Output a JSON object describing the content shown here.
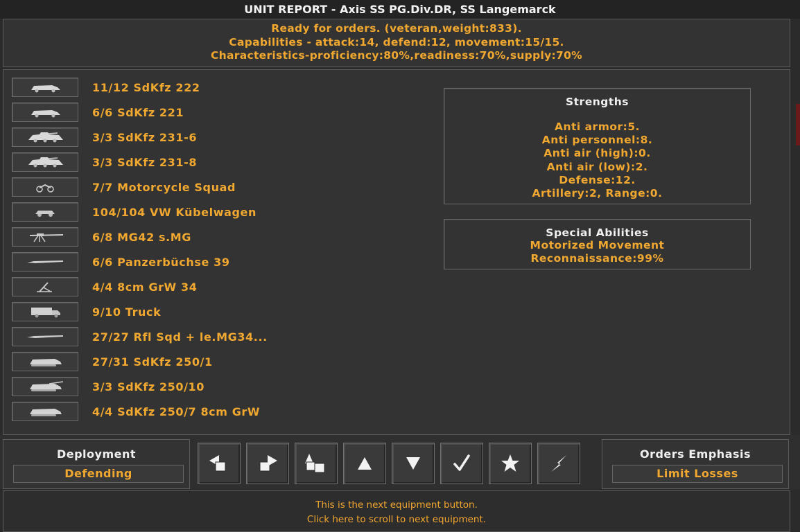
{
  "title": "UNIT REPORT - Axis SS PG.Div.DR, SS Langemarck",
  "status": {
    "line1": "Ready for orders. (veteran,weight:833).",
    "line2": "Capabilities - attack:14, defend:12, movement:15/15.",
    "line3": "Characteristics-proficiency:80%,readiness:70%,supply:70%"
  },
  "equipment": [
    {
      "label": "11/12 SdKfz 222",
      "icon": "armored-car-icon"
    },
    {
      "label": "6/6 SdKfz 221",
      "icon": "armored-car-icon"
    },
    {
      "label": "3/3 SdKfz 231-6",
      "icon": "heavy-armored-car-icon"
    },
    {
      "label": "3/3 SdKfz 231-8",
      "icon": "heavy-armored-car-icon"
    },
    {
      "label": "7/7 Motorcycle Squad",
      "icon": "motorcycle-icon"
    },
    {
      "label": "104/104 VW Kübelwagen",
      "icon": "jeep-icon"
    },
    {
      "label": "6/8 MG42 s.MG",
      "icon": "machine-gun-icon"
    },
    {
      "label": "6/6 Panzerbüchse 39",
      "icon": "rifle-icon"
    },
    {
      "label": "4/4 8cm GrW 34",
      "icon": "mortar-icon"
    },
    {
      "label": "9/10 Truck",
      "icon": "truck-icon"
    },
    {
      "label": "27/27 Rfl Sqd + le.MG34...",
      "icon": "rifle-icon"
    },
    {
      "label": "27/31 SdKfz 250/1",
      "icon": "halftrack-icon"
    },
    {
      "label": "3/3 SdKfz 250/10",
      "icon": "halftrack-gun-icon"
    },
    {
      "label": "4/4 SdKfz 250/7 8cm GrW",
      "icon": "halftrack-icon"
    }
  ],
  "strengths": {
    "title": "Strengths",
    "lines": [
      "Anti armor:5.",
      "Anti personnel:8.",
      "Anti air (high):0.",
      "Anti air (low):2.",
      "Defense:12.",
      "Artillery:2, Range:0."
    ]
  },
  "abilities": {
    "title": "Special Abilities",
    "lines": [
      "Motorized Movement",
      "Reconnaissance:99%"
    ]
  },
  "deployment": {
    "title": "Deployment",
    "value": "Defending"
  },
  "orders": {
    "title": "Orders Emphasis",
    "value": "Limit Losses"
  },
  "commands": [
    {
      "name": "previous-unit-button",
      "icon": "prev-arrow-icon"
    },
    {
      "name": "next-unit-button",
      "icon": "next-arrow-icon"
    },
    {
      "name": "up-hierarchy-button",
      "icon": "stack-up-icon"
    },
    {
      "name": "scroll-up-button",
      "icon": "triangle-up-icon"
    },
    {
      "name": "scroll-down-button",
      "icon": "triangle-down-icon"
    },
    {
      "name": "confirm-button",
      "icon": "checkmark-icon"
    },
    {
      "name": "star-button",
      "icon": "star-icon"
    },
    {
      "name": "lightning-button",
      "icon": "lightning-icon"
    }
  ],
  "hint": {
    "line1": "This is the next equipment button.",
    "line2": "Click here to scroll to next equipment."
  },
  "colors": {
    "text_accent": "#f0a830",
    "panel_bg": "#333333",
    "title_text": "#f2f2f2"
  }
}
